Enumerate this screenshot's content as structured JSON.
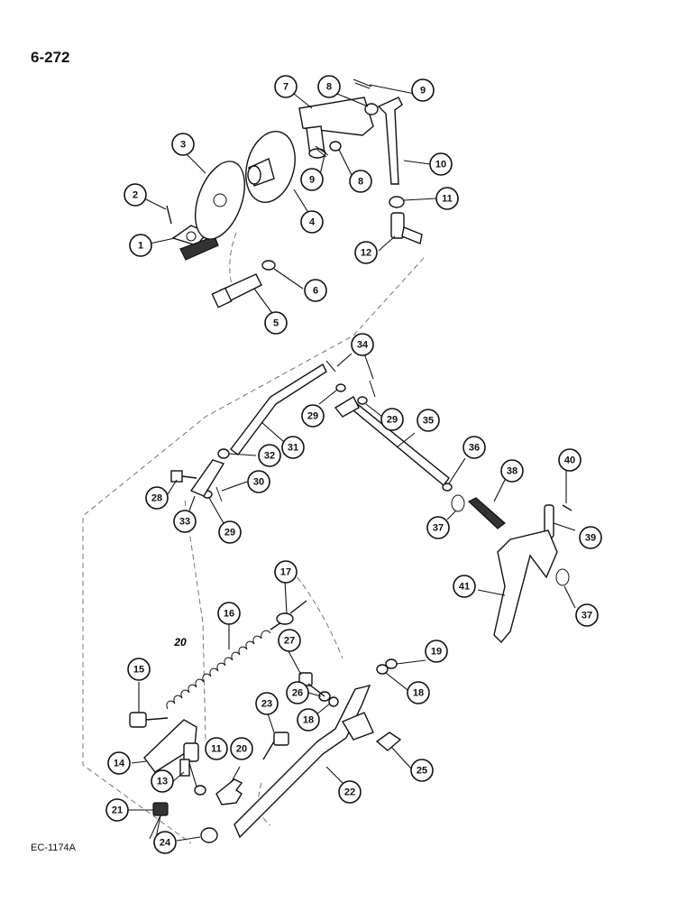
{
  "page_number": "6-272",
  "figure_code": "EC-1174A",
  "reference_mark": "20",
  "callouts": [
    {
      "id": "c1",
      "label": "1"
    },
    {
      "id": "c2",
      "label": "2"
    },
    {
      "id": "c3",
      "label": "3"
    },
    {
      "id": "c4",
      "label": "4"
    },
    {
      "id": "c5",
      "label": "5"
    },
    {
      "id": "c6",
      "label": "6"
    },
    {
      "id": "c7",
      "label": "7"
    },
    {
      "id": "c8a",
      "label": "8"
    },
    {
      "id": "c9a",
      "label": "9"
    },
    {
      "id": "c10",
      "label": "10"
    },
    {
      "id": "c9b",
      "label": "9"
    },
    {
      "id": "c8b",
      "label": "8"
    },
    {
      "id": "c11a",
      "label": "11"
    },
    {
      "id": "c12",
      "label": "12"
    },
    {
      "id": "c34",
      "label": "34"
    },
    {
      "id": "c29a",
      "label": "29"
    },
    {
      "id": "c29b",
      "label": "29"
    },
    {
      "id": "c35",
      "label": "35"
    },
    {
      "id": "c31",
      "label": "31"
    },
    {
      "id": "c32",
      "label": "32"
    },
    {
      "id": "c36",
      "label": "36"
    },
    {
      "id": "c38",
      "label": "38"
    },
    {
      "id": "c40",
      "label": "40"
    },
    {
      "id": "c28",
      "label": "28"
    },
    {
      "id": "c30",
      "label": "30"
    },
    {
      "id": "c33",
      "label": "33"
    },
    {
      "id": "c29c",
      "label": "29"
    },
    {
      "id": "c37a",
      "label": "37"
    },
    {
      "id": "c39",
      "label": "39"
    },
    {
      "id": "c41",
      "label": "41"
    },
    {
      "id": "c37b",
      "label": "37"
    },
    {
      "id": "c17",
      "label": "17"
    },
    {
      "id": "c16",
      "label": "16"
    },
    {
      "id": "c27",
      "label": "27"
    },
    {
      "id": "c19",
      "label": "19"
    },
    {
      "id": "c15",
      "label": "15"
    },
    {
      "id": "c26",
      "label": "26"
    },
    {
      "id": "c18a",
      "label": "18"
    },
    {
      "id": "c18b",
      "label": "18"
    },
    {
      "id": "c23",
      "label": "23"
    },
    {
      "id": "c14",
      "label": "14"
    },
    {
      "id": "c11b",
      "label": "11"
    },
    {
      "id": "c20",
      "label": "20"
    },
    {
      "id": "c13",
      "label": "13"
    },
    {
      "id": "c25",
      "label": "25"
    },
    {
      "id": "c22",
      "label": "22"
    },
    {
      "id": "c21",
      "label": "21"
    },
    {
      "id": "c24",
      "label": "24"
    }
  ]
}
